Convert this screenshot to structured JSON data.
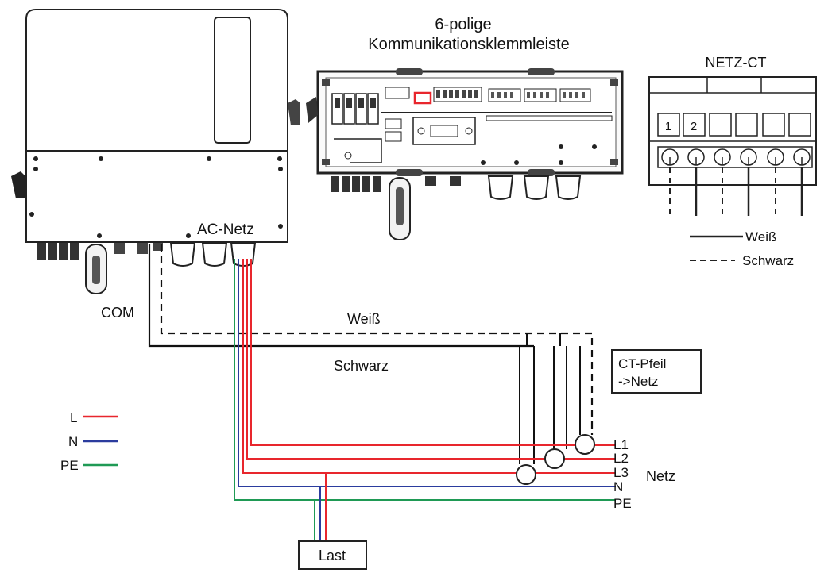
{
  "labels": {
    "title_line1": "6-polige",
    "title_line2": "Kommunikationsklemmleiste",
    "netz_ct_title": "NETZ-CT",
    "ct_terminal_1": "1",
    "ct_terminal_2": "2",
    "legend_solid": "Weiß",
    "legend_dashed": "Schwarz",
    "ac_netz": "AC-Netz",
    "com": "COM",
    "wire_weiss": "Weiß",
    "wire_schwarz": "Schwarz",
    "ct_arrow_line1": "CT-Pfeil",
    "ct_arrow_line2": "->Netz",
    "line_L1": "L1",
    "line_L2": "L2",
    "line_L3": "L3",
    "line_N": "N",
    "line_PE": "PE",
    "netz": "Netz",
    "last": "Last",
    "legend_L": "L",
    "legend_N": "N",
    "legend_PE": "PE"
  },
  "colors": {
    "L": "#e8262d",
    "N": "#2b3c9e",
    "PE": "#1f9a55",
    "wire": "#111111",
    "outline": "#222222"
  }
}
